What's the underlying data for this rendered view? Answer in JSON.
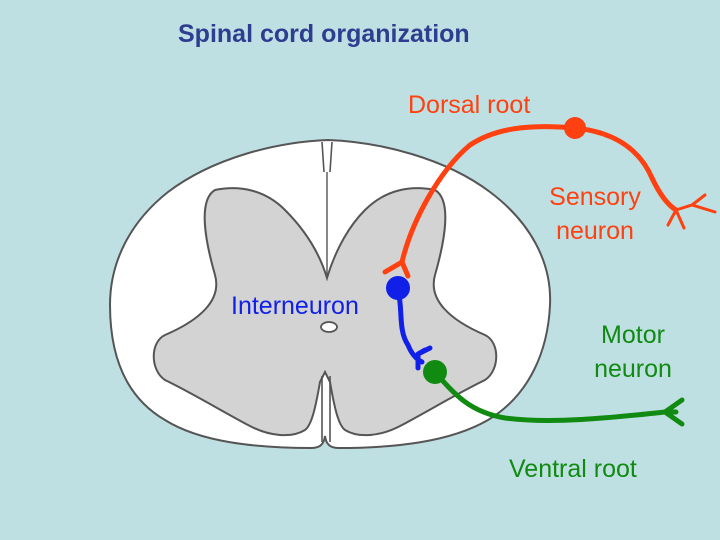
{
  "title": "Spinal cord organization",
  "labels": {
    "dorsal_root": "Dorsal root",
    "sensory_neuron": [
      "Sensory",
      "neuron"
    ],
    "interneuron": "Interneuron",
    "motor_neuron": [
      "Motor",
      "neuron"
    ],
    "ventral_root": "Ventral root"
  },
  "colors": {
    "background": "#bfe0e3",
    "title": "#2e3d8f",
    "sensory": "#ff4010",
    "interneuron": "#1020e8",
    "motor": "#108a10",
    "white_matter": "#ffffff",
    "gray_matter": "#d3d3d3",
    "outline": "#555555"
  }
}
